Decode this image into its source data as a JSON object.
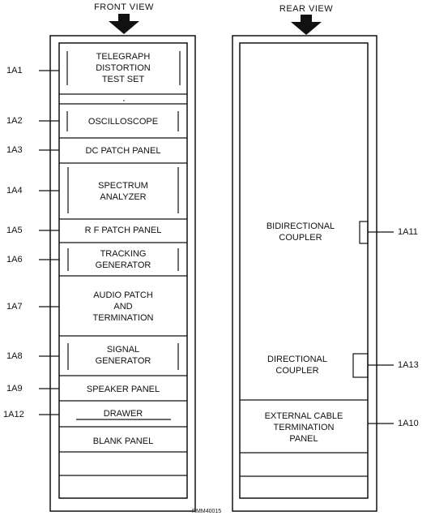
{
  "titles": {
    "front": "FRONT VIEW",
    "rear": "REAR VIEW"
  },
  "front_panels": [
    {
      "ref": "1A1",
      "label": "TELEGRAPH\nDISTORTION\nTEST SET"
    },
    {
      "ref": "1A2",
      "label": "OSCILLOSCOPE"
    },
    {
      "ref": "1A3",
      "label": "DC PATCH PANEL"
    },
    {
      "ref": "1A4",
      "label": "SPECTRUM\nANALYZER"
    },
    {
      "ref": "1A5",
      "label": "R F PATCH PANEL"
    },
    {
      "ref": "1A6",
      "label": "TRACKING\nGENERATOR"
    },
    {
      "ref": "1A7",
      "label": "AUDIO PATCH\nAND\nTERMINATION"
    },
    {
      "ref": "1A8",
      "label": "SIGNAL\nGENERATOR"
    },
    {
      "ref": "1A9",
      "label": "SPEAKER PANEL"
    },
    {
      "ref": "1A12",
      "label": "DRAWER"
    },
    {
      "ref": "",
      "label": "BLANK PANEL"
    }
  ],
  "rear_panels": [
    {
      "ref": "1A11",
      "label": "BIDIRECTIONAL\nCOUPLER"
    },
    {
      "ref": "1A13",
      "label": "DIRECTIONAL\nCOUPLER"
    },
    {
      "ref": "1A10",
      "label": "EXTERNAL CABLE\nTERMINATION\nPANEL"
    }
  ],
  "figure_id": "RMM40015"
}
